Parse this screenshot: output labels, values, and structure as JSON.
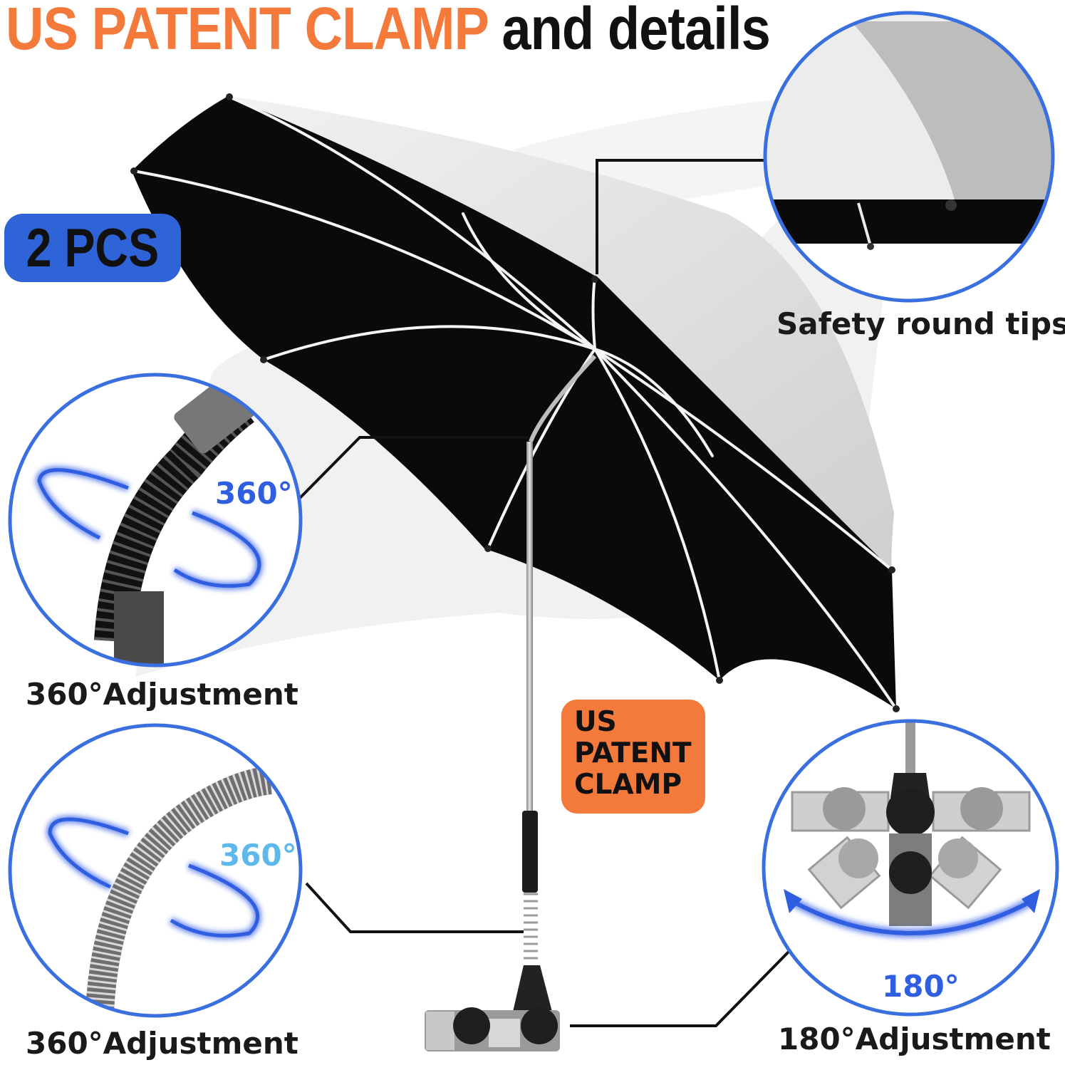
{
  "header": {
    "title_highlight": "US PATENT CLAMP",
    "title_rest": "and details"
  },
  "badges": {
    "quantity": "2 PCS",
    "patent": [
      "US",
      "PATENT",
      "CLAMP"
    ]
  },
  "callouts": {
    "tips": {
      "caption": "Safety round tips"
    },
    "joint": {
      "degree": "360°",
      "caption": "360°Adjustment"
    },
    "spring": {
      "degree": "360°",
      "caption": "360°Adjustment"
    },
    "clamp": {
      "degree": "180°",
      "caption": "180°Adjustment"
    }
  },
  "colors": {
    "accent_orange": "#f47a3c",
    "accent_blue": "#2f63d8",
    "circle_border": "#3a6fe0",
    "canopy_black": "#0a0a0a",
    "canopy_silver": "#e4e4e4"
  }
}
